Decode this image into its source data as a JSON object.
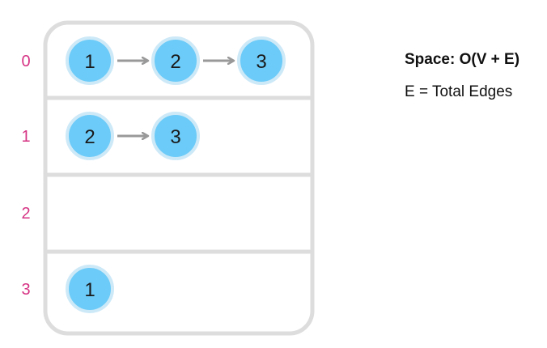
{
  "colors": {
    "index_label": "#d63384",
    "node_fill": "#6ccbf8",
    "node_stroke": "#cde9f8",
    "arrow": "#999999",
    "frame": "#dddddd",
    "text": "#111111"
  },
  "rows": [
    {
      "index": "0",
      "nodes": [
        "1",
        "2",
        "3"
      ]
    },
    {
      "index": "1",
      "nodes": [
        "2",
        "3"
      ]
    },
    {
      "index": "2",
      "nodes": []
    },
    {
      "index": "3",
      "nodes": [
        "1"
      ]
    }
  ],
  "notes": {
    "space": "Space: O(V + E)",
    "edges": "E = Total Edges"
  }
}
